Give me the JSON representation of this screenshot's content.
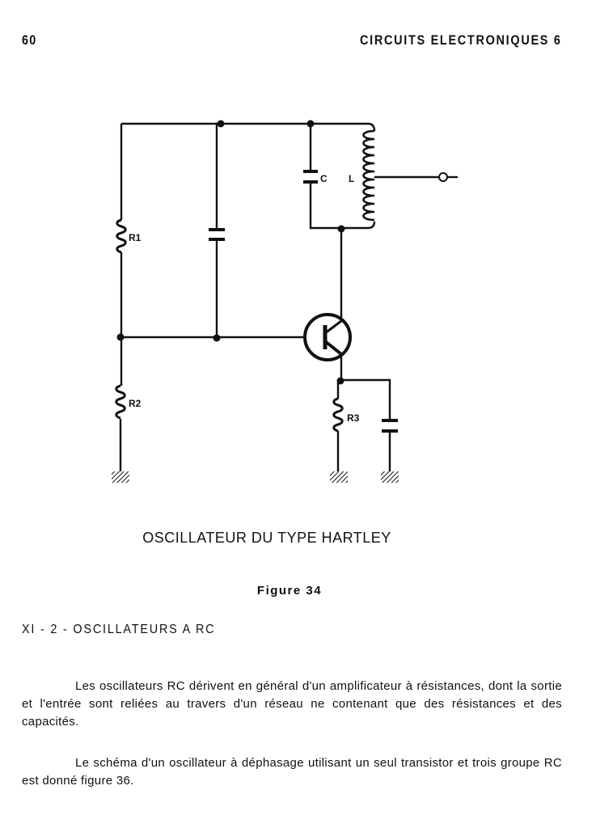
{
  "header": {
    "page_number": "60",
    "running_title": "CIRCUITS ELECTRONIQUES 6"
  },
  "figure": {
    "labels": {
      "r1": "R1",
      "r2": "R2",
      "r3": "R3",
      "c": "C",
      "l": "L"
    },
    "caption": "OSCILLATEUR DU TYPE HARTLEY",
    "number": "Figure 34"
  },
  "section": {
    "heading": "XI - 2 - OSCILLATEURS A RC"
  },
  "body": {
    "paragraphs": [
      "Les oscillateurs RC dérivent en général d'un amplificateur à résistances, dont la sortie et l'entrée sont reliées au travers d'un réseau ne contenant que des résistances et des capacités.",
      "Le schéma d'un oscillateur à déphasage utilisant un seul transistor et trois groupe RC est donné figure 36."
    ]
  }
}
